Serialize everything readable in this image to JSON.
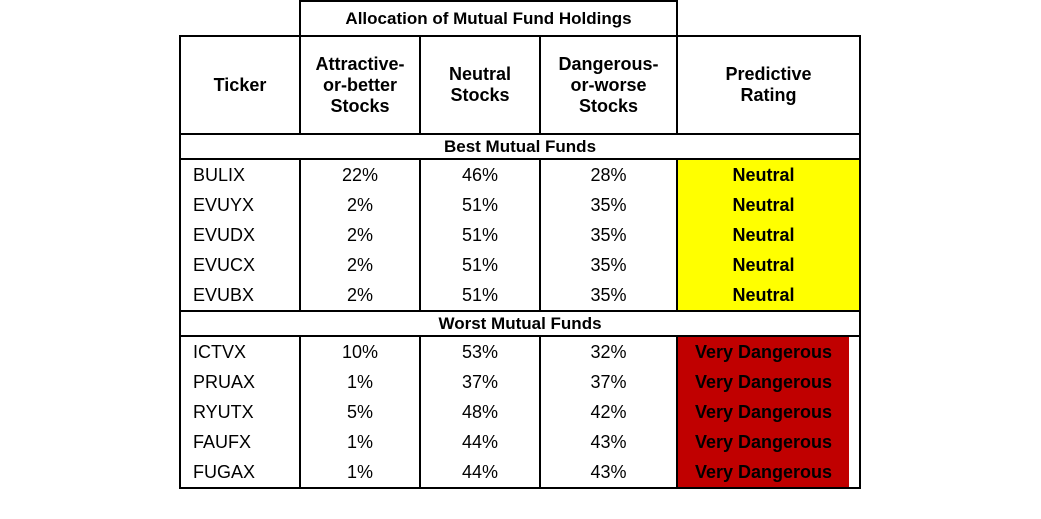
{
  "title": "Allocation of Mutual Fund Holdings",
  "columns": {
    "ticker": "Ticker",
    "attractive": [
      "Attractive-",
      "or-better",
      "Stocks"
    ],
    "neutral": [
      "Neutral",
      "Stocks"
    ],
    "dangerous": [
      "Dangerous-",
      "or-worse",
      "Stocks"
    ],
    "rating": [
      "Predictive",
      "Rating"
    ]
  },
  "sections": [
    {
      "label": "Best Mutual Funds",
      "rows": [
        {
          "ticker": "BULIX",
          "attractive": "22%",
          "neutral": "46%",
          "dangerous": "28%",
          "rating": "Neutral"
        },
        {
          "ticker": "EVUYX",
          "attractive": "2%",
          "neutral": "51%",
          "dangerous": "35%",
          "rating": "Neutral"
        },
        {
          "ticker": "EVUDX",
          "attractive": "2%",
          "neutral": "51%",
          "dangerous": "35%",
          "rating": "Neutral"
        },
        {
          "ticker": "EVUCX",
          "attractive": "2%",
          "neutral": "51%",
          "dangerous": "35%",
          "rating": "Neutral"
        },
        {
          "ticker": "EVUBX",
          "attractive": "2%",
          "neutral": "51%",
          "dangerous": "35%",
          "rating": "Neutral"
        }
      ]
    },
    {
      "label": "Worst Mutual Funds",
      "rows": [
        {
          "ticker": "ICTVX",
          "attractive": "10%",
          "neutral": "53%",
          "dangerous": "32%",
          "rating": "Very Dangerous"
        },
        {
          "ticker": "PRUAX",
          "attractive": "1%",
          "neutral": "37%",
          "dangerous": "37%",
          "rating": "Very Dangerous"
        },
        {
          "ticker": "RYUTX",
          "attractive": "5%",
          "neutral": "48%",
          "dangerous": "42%",
          "rating": "Very Dangerous"
        },
        {
          "ticker": "FAUFX",
          "attractive": "1%",
          "neutral": "44%",
          "dangerous": "43%",
          "rating": "Very Dangerous"
        },
        {
          "ticker": "FUGAX",
          "attractive": "1%",
          "neutral": "44%",
          "dangerous": "43%",
          "rating": "Very Dangerous"
        }
      ]
    }
  ],
  "colors": {
    "neutral": "#ffff00",
    "very_dangerous": "#c00000"
  }
}
